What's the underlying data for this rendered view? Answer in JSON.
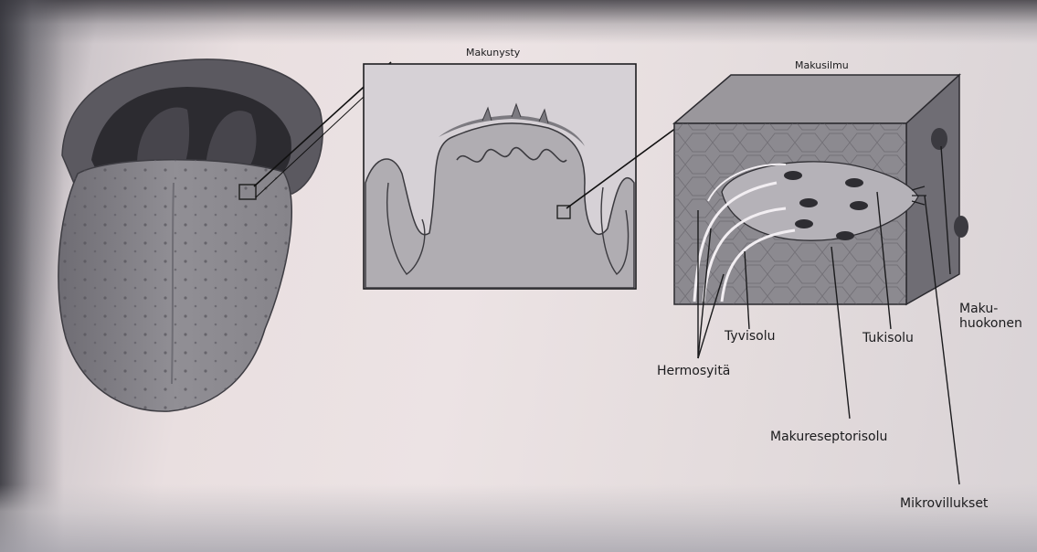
{
  "figure": {
    "panel_papilla_title": "Makunysty",
    "panel_bud_title": "Makusilmu",
    "labels": {
      "basal_cell": "Tyvisolu",
      "support_cell": "Tukisolu",
      "taste_pore": "Maku-\nhuokonen",
      "nerve_fibers": "Hermosyitä",
      "receptor_cell": "Makureseptorisolu",
      "microvilli": "Mikrovillukset"
    }
  },
  "colors": {
    "ink": "#1b1b1d",
    "tongue": "#8f8d92",
    "block_side": "#75737a",
    "block_top": "#9a979c",
    "papilla_fill": "#b0adb2"
  }
}
